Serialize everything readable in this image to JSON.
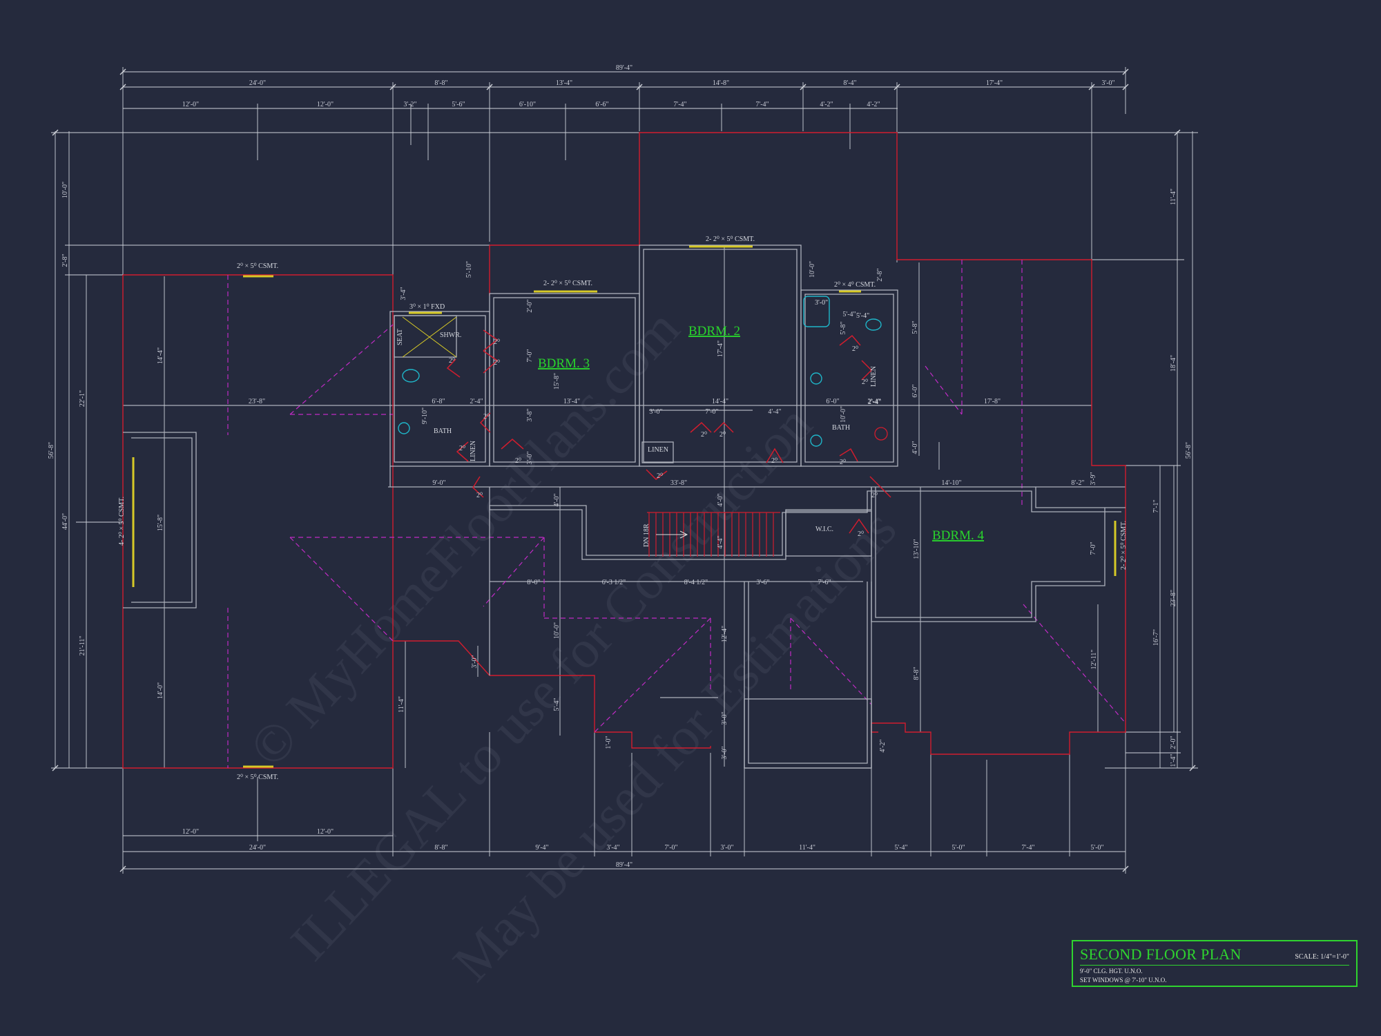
{
  "title_block": {
    "title": "SECOND FLOOR PLAN",
    "scale": "SCALE: 1/4\"=1'-0\"",
    "note1": "9'-0\" CLG. HGT. U.N.O.",
    "note2": "SET WINDOWS @ 7'-10\" U.N.O."
  },
  "watermark": {
    "line1": "© MyHomeFloorPlans.com",
    "line2": "ILLEGAL to use for Construction",
    "line3": "May be used for Estimations"
  },
  "rooms": {
    "bdrm2": "BDRM. 2",
    "bdrm3": "BDRM. 3",
    "bdrm4": "BDRM. 4",
    "bath1": "BATH",
    "bath2": "BATH",
    "wic": "W.I.C.",
    "linen1": "LINEN",
    "linen2": "LINEN",
    "linen3": "LINEN",
    "seat": "SEAT",
    "shwr": "SHWR.",
    "stair": "DN 18R"
  },
  "windows": {
    "w_top_left": "2⁰ × 5⁰ CSMT.",
    "w_bottom_left": "2⁰ × 5⁰ CSMT.",
    "w_left": "4- 2⁰ × 5⁰ CSMT.",
    "w_bdrm3": "2- 2⁰ × 5⁰ CSMT.",
    "w_bdrm2": "2- 2⁰ × 5⁰ CSMT.",
    "w_bath2": "2⁰ × 4⁰ CSMT.",
    "w_bdrm4": "2- 2⁰ × 5⁰ CSMT.",
    "w_fxd": "3⁰ × 1⁰ FXD"
  },
  "dimensions": {
    "top_overall": "89'-4\"",
    "top_row2": [
      "24'-0\"",
      "8'-8\"",
      "13'-4\"",
      "14'-8\"",
      "8'-4\"",
      "17'-4\"",
      "3'-0\""
    ],
    "top_row3": [
      "12'-0\"",
      "12'-0\"",
      "3'-2\"",
      "5'-6\"",
      "6'-10\"",
      "6'-6\"",
      "7'-4\"",
      "7'-4\"",
      "4'-2\"",
      "4'-2\""
    ],
    "bottom_row1": [
      "12'-0\"",
      "12'-0\""
    ],
    "bottom_row2": [
      "24'-0\"",
      "8'-8\"",
      "9'-4\"",
      "3'-4\"",
      "7'-0\"",
      "3'-0\"",
      "11'-4\"",
      "5'-4\"",
      "5'-0\"",
      "7'-4\"",
      "5'-0\""
    ],
    "bottom_overall": "89'-4\"",
    "left_outer": "56'-8\"",
    "left_top": "10'-0\"",
    "left_a": "2'-8\"",
    "left_b": "44'-0\"",
    "left_c": "22'-1\"",
    "left_d": "21'-11\"",
    "right_outer": "56'-8\"",
    "right_a": "11'-4\"",
    "right_b": "18'-4\"",
    "right_c": "23'-8\"",
    "right_d": "7'-1\"",
    "right_e": "16'-7\"",
    "right_f": "2'-0\"",
    "right_g": "1'-4\"",
    "h_23_8": "23'-8\"",
    "h_6_8": "6'-8\"",
    "h_2_4a": "2'-4\"",
    "h_13_4": "13'-4\"",
    "h_14_4": "14'-4\"",
    "h_6_0": "6'-0\"",
    "h_2_4b": "2'-4\"",
    "h_17_8": "17'-8\"",
    "h_3_0": "3'-0\"",
    "h_7_0": "7'-0\"",
    "h_4_4": "4'-4\"",
    "h_9_0": "9'-0\"",
    "h_33_8": "33'-8\"",
    "h_14_10": "14'-10\"",
    "h_8_2": "8'-2\"",
    "h_8_0": "8'-0\"",
    "h_6_3": "6'-3 1/2\"",
    "h_8_4": "8'-4 1/2\"",
    "h_3_6": "3'-6\"",
    "h_7_6": "7'-6\"",
    "h_3_0b": "3'-0\"",
    "h_5_4": "5'-4\"",
    "v_14_4": "14'-4\"",
    "v_15_8": "15'-8\"",
    "v_14_0": "14'-0\"",
    "v_11_4": "11'-4\"",
    "v_17_4": "17'-4\"",
    "v_15_8b": "15'-8\"",
    "v_4_0a": "4'-0\"",
    "v_4_0b": "4'-0\"",
    "v_4_4": "4'-4\"",
    "v_10_0": "10'-0\"",
    "v_5_4": "5'-4\"",
    "v_12_4": "12'-4\"",
    "v_3_0": "3'-0\"",
    "v_3_0b": "3'-0\"",
    "v_13_10": "13'-10\"",
    "v_8_8": "8'-8\"",
    "v_12_11": "12'-11\"",
    "v_7_0": "7'-0\"",
    "v_3_9": "3'-9\"",
    "v_5_8": "5'-8\"",
    "v_6_0": "6'-0\"",
    "v_4_0c": "4'-0\"",
    "v_2_8": "2'-8\"",
    "v_9_10": "9'-10\"",
    "v_10_0b": "10'-0\"",
    "v_7_0b": "7'-0\"",
    "v_2_0": "2'-0\"",
    "v_3_4": "3'-4\"",
    "v_4_2": "4'-2\"",
    "v_1_0": "1'-0\"",
    "v_3_8": "3'-8\"",
    "v_5_8b": "5'-8\"",
    "v_3_0c": "3'-0\"",
    "v_5_10": "5'-10\"",
    "v_10_0c": "10'-0\"",
    "v_3_0d": "3'-0\""
  },
  "door_swings": {
    "d": "2⁰"
  },
  "bath_dims": {
    "tub": "3'-0\"",
    "vanity": "5'-4\"",
    "w24": "2'-4\""
  }
}
